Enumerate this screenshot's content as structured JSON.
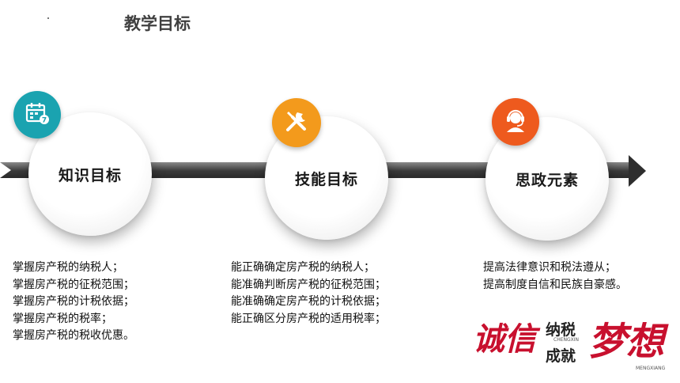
{
  "title": "教学目标",
  "objectives": [
    {
      "label": "知识目标",
      "icon": "calendar-icon",
      "badge_color": "#1aa3b0",
      "items": [
        "掌握房产税的纳税人；",
        "掌握房产税的征税范围；",
        "掌握房产税的计税依据；",
        "掌握房产税的税率；",
        "掌握房产税的税收优惠。"
      ]
    },
    {
      "label": "技能目标",
      "icon": "tools-icon",
      "badge_color": "#f39a1c",
      "items": [
        "能正确确定房产税的纳税人；",
        "能准确判断房产税的征税范围；",
        "能准确确定房产税的计税依据；",
        "能正确区分房产税的适用税率；"
      ]
    },
    {
      "label": "思政元素",
      "icon": "headset-person-icon",
      "badge_color": "#ee5a1e",
      "items": [
        "提高法律意识和税法遵从；",
        "提高制度自信和民族自豪感。"
      ]
    }
  ],
  "logo": {
    "big1": "诚信",
    "small1": "纳税",
    "tiny1": "CHENGXIN",
    "small2": "成就",
    "big2": "梦想",
    "tiny2": "MENGXIANG",
    "color": "#c8102e"
  }
}
